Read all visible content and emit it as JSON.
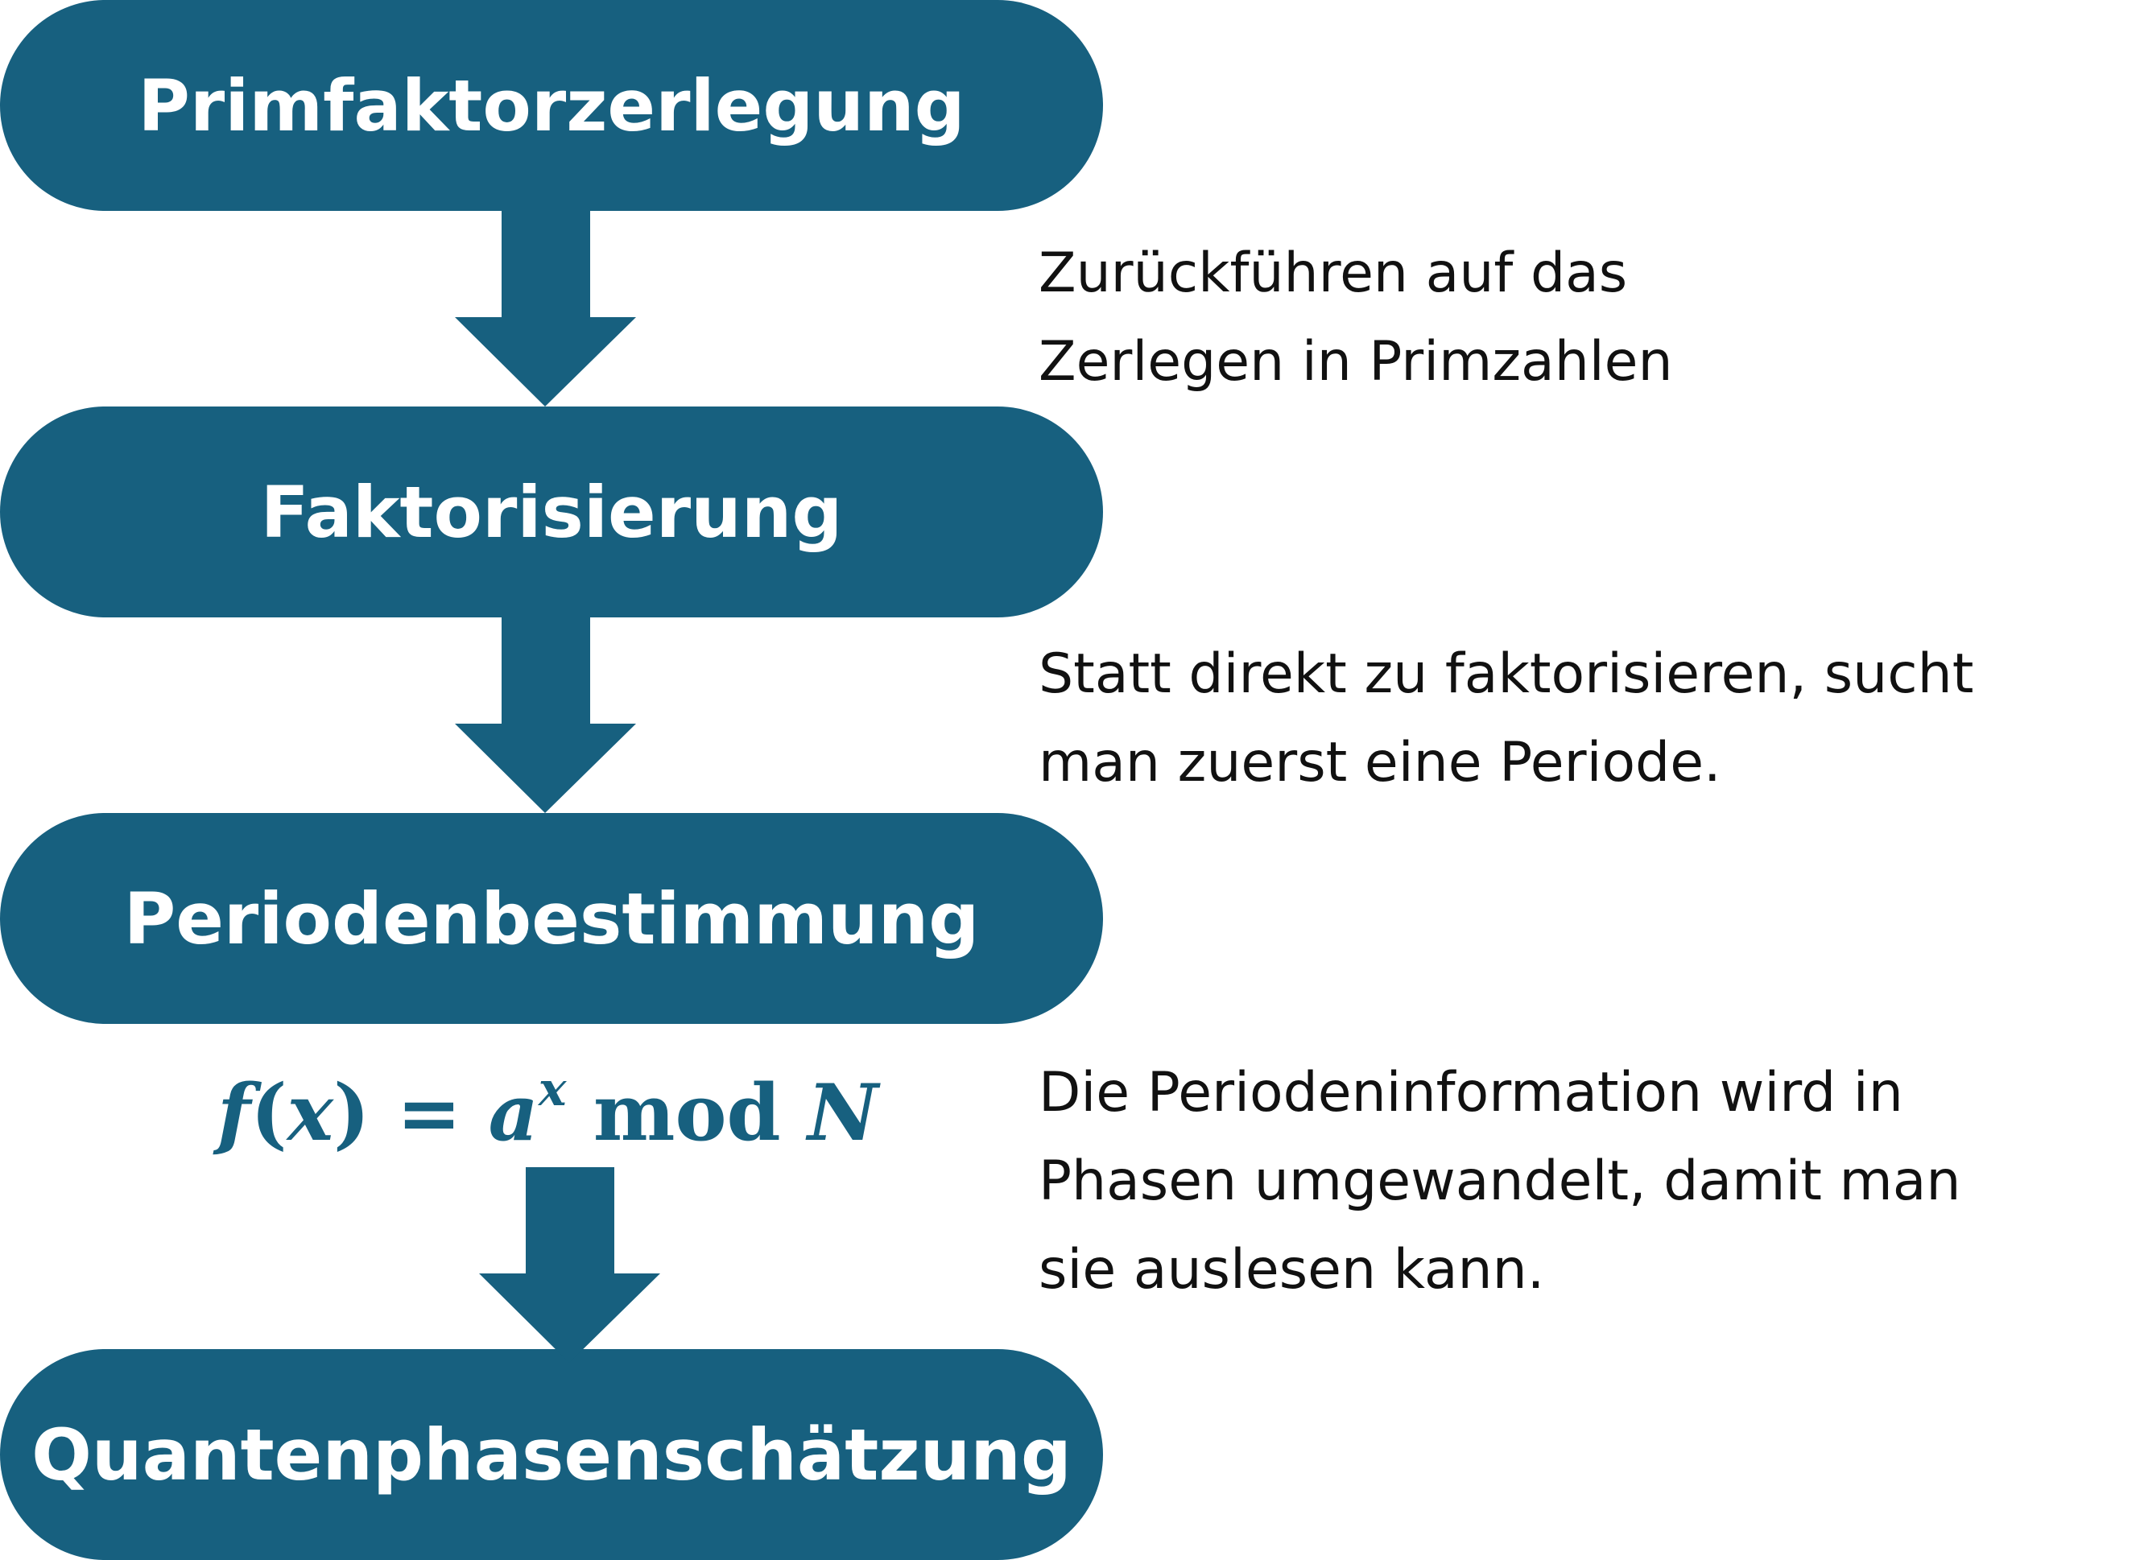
{
  "colors": {
    "accent": "#17607f",
    "text": "#111111",
    "pill_text": "#ffffff"
  },
  "steps": [
    {
      "label": "Primfaktorzerlegung"
    },
    {
      "label": "Faktorisierung"
    },
    {
      "label": "Periodenbestimmung"
    },
    {
      "label": "Quantenphasenschätzung"
    }
  ],
  "notes": [
    {
      "lines": [
        "Zurückführen auf das",
        "Zerlegen in Primzahlen"
      ]
    },
    {
      "lines": [
        "Statt direkt zu faktorisieren, sucht",
        "man zuerst eine Periode."
      ]
    },
    {
      "lines": [
        "Die Periodeninformation wird in",
        "Phasen umgewandelt, damit man",
        "sie auslesen kann."
      ]
    }
  ],
  "formula": {
    "func": "f",
    "open": "(",
    "var": "x",
    "close": ")",
    "equals": " = ",
    "base": "a",
    "exponent": "x",
    "mod": " mod ",
    "modulus": "N"
  }
}
